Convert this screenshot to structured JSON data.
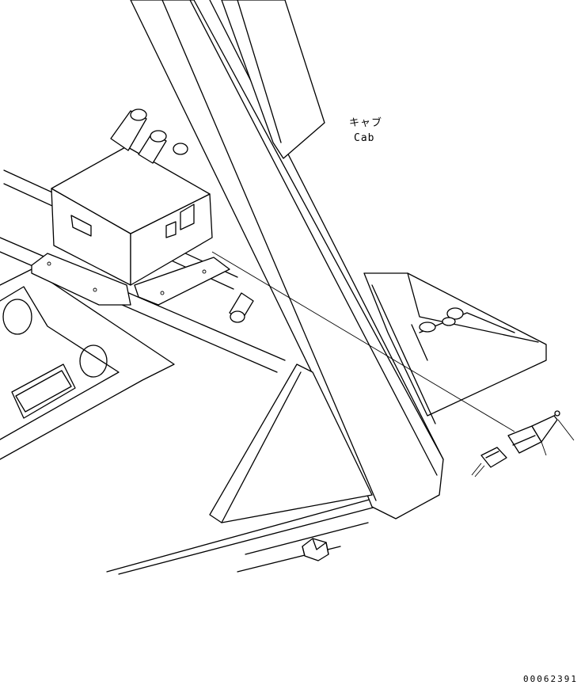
{
  "labels": {
    "cab_jp": "キャブ",
    "cab_en": "Cab"
  },
  "drawing_number": "00062391",
  "colors": {
    "line": "#000000",
    "background": "#ffffff"
  }
}
